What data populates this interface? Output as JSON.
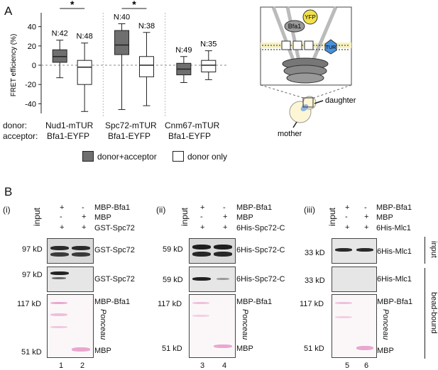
{
  "panelA": {
    "letter": "A",
    "chart_data": {
      "type": "boxplot",
      "ylabel": "FRET efficiency (%)",
      "yticks": [
        "40",
        "20",
        "0",
        "-20",
        "-40"
      ],
      "ylim": [
        -50,
        50
      ],
      "groups": [
        {
          "donor": "Nud1-mTUR",
          "acceptor": "Bfa1-EYFP",
          "boxes": [
            {
              "kind": "donor+acceptor",
              "n": "N:42",
              "whisker_low": -13,
              "q1": 3,
              "median": 9,
              "q3": 16,
              "whisker_high": 26
            },
            {
              "kind": "donor only",
              "n": "N:48",
              "whisker_low": -48,
              "q1": -20,
              "median": -2,
              "q3": 5,
              "whisker_high": 23
            }
          ]
        },
        {
          "donor": "Spc72-mTUR",
          "acceptor": "Bfa1-EYFP",
          "boxes": [
            {
              "kind": "donor+acceptor",
              "n": "N:40",
              "whisker_low": -46,
              "q1": 11,
              "median": 21,
              "q3": 36,
              "whisker_high": 43
            },
            {
              "kind": "donor only",
              "n": "N:38",
              "whisker_low": -42,
              "q1": -12,
              "median": 0,
              "q3": 9,
              "whisker_high": 34
            }
          ]
        },
        {
          "donor": "Cnm67-mTUR",
          "acceptor": "Bfa1-EYFP",
          "boxes": [
            {
              "kind": "donor+acceptor",
              "n": "N:49",
              "whisker_low": -18,
              "q1": -10,
              "median": -4,
              "q3": 2,
              "whisker_high": 9
            },
            {
              "kind": "donor only",
              "n": "N:35",
              "whisker_low": -15,
              "q1": -7,
              "median": 0,
              "q3": 5,
              "whisker_high": 15
            }
          ]
        }
      ],
      "significance": [
        "*",
        "*"
      ]
    },
    "row_labels": {
      "donor": "donor:",
      "acceptor": "acceptor:"
    },
    "legend": {
      "filled": "donor+acceptor",
      "open": "donor only"
    },
    "colors": {
      "filled_box": "#6f6f6f",
      "open_box": "#ffffff",
      "yfp": "#f2e24a",
      "tur": "#4a90d9"
    },
    "schematic": {
      "yfp": "YFP",
      "bfa1": "Bfa1",
      "tur": "TUR",
      "daughter": "daughter",
      "mother": "mother"
    }
  },
  "panelB": {
    "letter": "B",
    "input_label": "input",
    "ponceau": "Ponceau",
    "right_labels": {
      "input": "input",
      "bead": "bead-bound"
    },
    "sections": [
      {
        "roman": "(i)",
        "row1": "MBP-Bfa1",
        "row2": "MBP",
        "row3": "GST-Spc72",
        "signs1": [
          "+",
          "-"
        ],
        "signs2": [
          "-",
          "+"
        ],
        "signs3": [
          "+",
          "+"
        ],
        "blot1_mw": "97 kD",
        "blot1_label": "GST-Spc72",
        "blot2_mw": "97 kD",
        "blot2_label": "GST-Spc72",
        "pon_mw_top": "117 kD",
        "pon_mw_bot": "51 kD",
        "pon_label_top": "MBP-Bfa1",
        "pon_label_bot": "MBP",
        "lanes": [
          "1",
          "2"
        ]
      },
      {
        "roman": "(ii)",
        "row1": "MBP-Bfa1",
        "row2": "MBP",
        "row3": "6His-Spc72-C",
        "signs1": [
          "+",
          "-"
        ],
        "signs2": [
          "-",
          "+"
        ],
        "signs3": [
          "+",
          "+"
        ],
        "blot1_mw": "59 kD",
        "blot1_label": "6His-Spc72-C",
        "blot2_mw": "59 kD",
        "blot2_label": "6His-Spc72-C",
        "pon_mw_top": "117 kD",
        "pon_mw_bot": "51 kD",
        "pon_label_top": "MBP-Bfa1",
        "pon_label_bot": "MBP",
        "lanes": [
          "3",
          "4"
        ]
      },
      {
        "roman": "(iii)",
        "row1": "MBP-Bfa1",
        "row2": "MBP",
        "row3": "6His-Mlc1",
        "signs1": [
          "+",
          "-"
        ],
        "signs2": [
          "-",
          "+"
        ],
        "signs3": [
          "+",
          "+"
        ],
        "blot1_mw": "33 kD",
        "blot1_label": "6His-Mlc1",
        "blot2_mw": "33 kD",
        "blot2_label": "6His-Mlc1",
        "pon_mw_top": "117 kD",
        "pon_mw_bot": "51 kD",
        "pon_label_top": "MBP-Bfa1",
        "pon_label_bot": "MBP",
        "lanes": [
          "5",
          "6"
        ]
      }
    ]
  }
}
